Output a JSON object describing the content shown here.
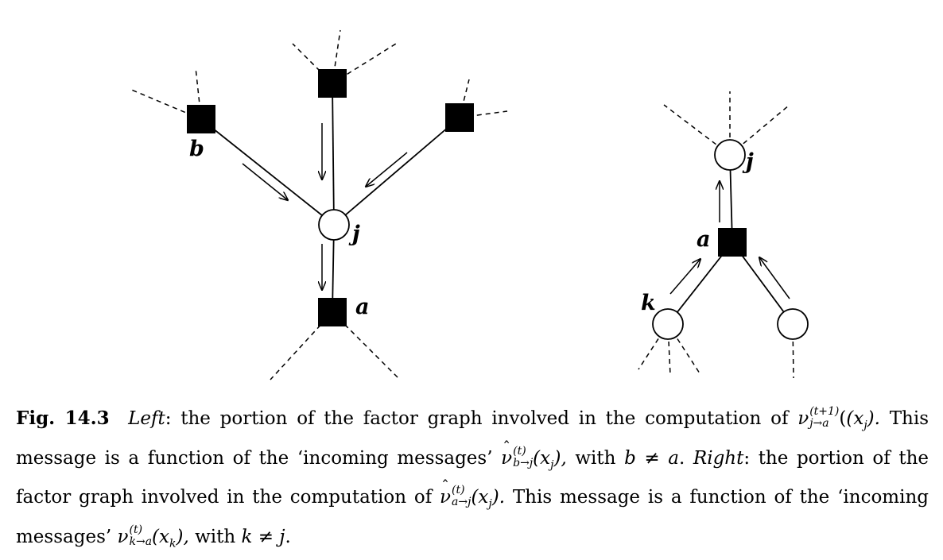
{
  "nodes": {
    "left_b": "b",
    "left_j": "j",
    "left_a": "a",
    "right_j": "j",
    "right_a": "a",
    "right_k": "k"
  },
  "caption": {
    "fig_num": "Fig. 14.3",
    "left_word": "Left",
    "p1": ": the portion of the factor graph involved in the computation of ",
    "m1_sym": "ν",
    "m1_sup": "(t+1)",
    "m1_sub": "j→a",
    "m1_arg": "(x",
    "m1_argsub": "j",
    "m1_close": ").",
    "p2": " This message is a function of the ‘incoming messages’ ",
    "m2_sym": "ν",
    "m2_sup": "(t)",
    "m2_sub": "b→j",
    "m2_arg": "(x",
    "m2_argsub": "j",
    "m2_close": "),",
    "p3": " with ",
    "cond1": "b ≠ a",
    "p4": ". ",
    "right_word": "Right",
    "p5": ": the portion of the factor graph involved in the computation of ",
    "m3_sym": "ν",
    "m3_sup": "(t)",
    "m3_sub": "a→j",
    "m3_arg": "(x",
    "m3_argsub": "j",
    "m3_close": ").",
    "p6": " This message is a function of the ‘incoming messages’ ",
    "m4_sym": "ν",
    "m4_sup": "(t)",
    "m4_sub": "k→a",
    "m4_arg": "(x",
    "m4_argsub": "k",
    "m4_close": "),",
    "p7": " with ",
    "cond2": "k ≠ j",
    "p8": "."
  }
}
